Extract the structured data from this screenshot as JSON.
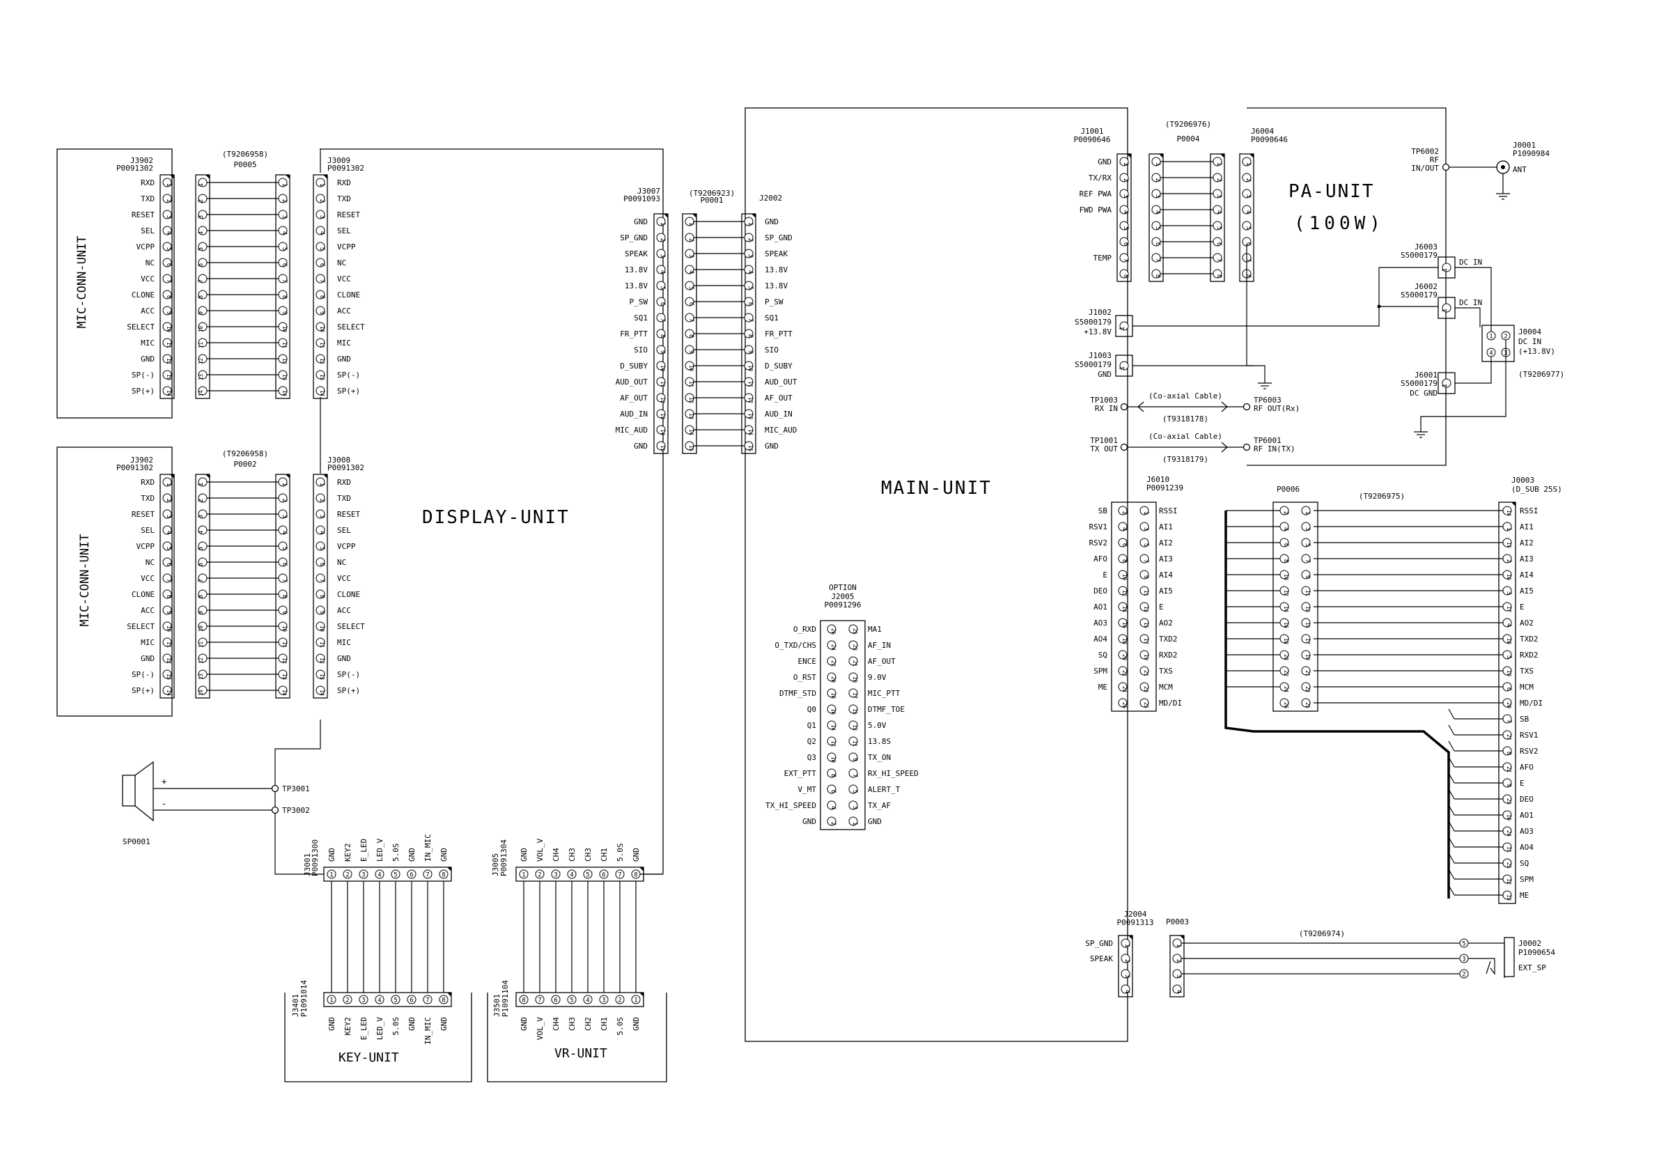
{
  "units": {
    "display": "DISPLAY-UNIT",
    "main": "MAIN-UNIT",
    "pa": "PA-UNIT",
    "pa_power": "(100W)",
    "mic1": "MIC-CONN-UNIT",
    "mic2": "MIC-CONN-UNIT",
    "key": "KEY-UNIT",
    "vr": "VR-UNIT"
  },
  "mic_pins": [
    "RXD",
    "TXD",
    "RESET",
    "SEL",
    "VCPP",
    "NC",
    "VCC",
    "CLONE",
    "ACC",
    "SELECT",
    "MIC",
    "GND",
    "SP(-)",
    "SP(+)"
  ],
  "mic1": {
    "ref": "J3902",
    "part": "P0091302"
  },
  "mic2": {
    "ref": "J3902",
    "part": "P0091302"
  },
  "cable1": {
    "part": "(T9206958)",
    "ref": "P0005"
  },
  "cable2": {
    "part": "(T9206958)",
    "ref": "P0002"
  },
  "j3009": {
    "ref": "J3009",
    "part": "P0091302"
  },
  "j3008": {
    "ref": "J3008",
    "part": "P0091302"
  },
  "j3007": {
    "ref": "J3007",
    "part": "P0091093",
    "pins": [
      "GND",
      "SP_GND",
      "SPEAK",
      "13.8V",
      "13.8V",
      "P_SW",
      "SQ1",
      "FR_PTT",
      "SIO",
      "D_SUBY",
      "AUD_OUT",
      "AF_OUT",
      "AUD_IN",
      "MIC_AUD",
      "GND"
    ]
  },
  "p0001": {
    "part": "(T9206923)",
    "ref": "P0001"
  },
  "j2002": {
    "ref": "J2002",
    "pins": [
      "GND",
      "SP_GND",
      "SPEAK",
      "13.8V",
      "13.8V",
      "P_SW",
      "SQ1",
      "FR_PTT",
      "SIO",
      "D_SUBY",
      "AUD_OUT",
      "AF_OUT",
      "AUD_IN",
      "MIC_AUD",
      "GND"
    ]
  },
  "speaker": {
    "ref": "SP0001",
    "plus": "+",
    "minus": "-",
    "tp1": "TP3001",
    "tp2": "TP3002"
  },
  "j3001": {
    "ref": "J3001",
    "part": "P0091300",
    "pins": [
      "GND",
      "KEY2",
      "E_LED",
      "LED_V",
      "5.0S",
      "GND",
      "IN_MIC",
      "GND"
    ]
  },
  "j3401": {
    "ref": "J3401",
    "part": "P1091014",
    "pins": [
      "GND",
      "KEY2",
      "E_LED",
      "LED_V",
      "5.0S",
      "GND",
      "IN_MIC",
      "GND"
    ]
  },
  "j3005": {
    "ref": "J3005",
    "part": "P0091304",
    "pins": [
      "GND",
      "VOL_V",
      "CH4",
      "CH3",
      "CH3",
      "CH1",
      "5.0S",
      "GND"
    ]
  },
  "j3501": {
    "ref": "J3501",
    "part": "P1091104",
    "pins": [
      "GND",
      "VOL_V",
      "CH4",
      "CH3",
      "CH2",
      "CH1",
      "5.0S",
      "GND"
    ],
    "numbers": [
      "8",
      "7",
      "6",
      "5",
      "4",
      "3",
      "2",
      "1"
    ]
  },
  "j2005": {
    "title": "OPTION",
    "ref": "J2005",
    "part": "P0091296",
    "left": [
      "O_RXD",
      "O_TXD/CHS",
      "ENCE",
      "O_RST",
      "DTMF_STD",
      "Q0",
      "Q1",
      "Q2",
      "Q3",
      "EXT_PTT",
      "V_MT",
      "TX_HI_SPEED",
      "GND"
    ],
    "right": [
      "MA1",
      "AF_IN",
      "AF_OUT",
      "9.0V",
      "MIC_PTT",
      "DTMF_TOE",
      "5.0V",
      "13.8S",
      "TX_ON",
      "RX_HI_SPEED",
      "ALERT_T",
      "TX_AF",
      "GND"
    ],
    "lnums": [
      "26",
      "24",
      "22",
      "20",
      "18",
      "16",
      "14",
      "12",
      "10",
      "8",
      "6",
      "4",
      "2"
    ],
    "rnums": [
      "25",
      "23",
      "21",
      "19",
      "17",
      "15",
      "13",
      "11",
      "9",
      "7",
      "5",
      "3",
      "1"
    ]
  },
  "j1001": {
    "ref": "J1001",
    "part": "P0090646",
    "pins": [
      "GND",
      "TX/RX",
      "REF PWA",
      "FWD PWA",
      "",
      "",
      "TEMP",
      ""
    ]
  },
  "p0004": {
    "part": "(T9206976)",
    "ref": "P0004"
  },
  "j6004": {
    "ref": "J6004",
    "part": "P0090646"
  },
  "tp6002": {
    "ref": "TP6002",
    "label1": "RF",
    "label2": "IN/OUT"
  },
  "j0001": {
    "ref": "J0001",
    "part": "P1090984",
    "label": "ANT"
  },
  "j6003": {
    "ref": "J6003",
    "part": "S5000179",
    "label": "DC IN"
  },
  "j6002": {
    "ref": "J6002",
    "part": "S5000179",
    "label": "DC IN"
  },
  "j1002": {
    "ref": "J1002",
    "part": "S5000179",
    "label": "+13.8V"
  },
  "j1003": {
    "ref": "J1003",
    "part": "S5000179",
    "label": "GND"
  },
  "j0004": {
    "ref": "J0004",
    "label1": "DC IN",
    "label2": "(+13.8V)",
    "cable": "(T9206977)"
  },
  "j6001": {
    "ref": "J6001",
    "part": "S5000179",
    "label": "DC GND"
  },
  "coax1": {
    "tp_main": "TP1003",
    "main_lbl": "RX IN",
    "cable_lbl": "(Co-axial Cable)",
    "cable_part": "(T9318178)",
    "tp_pa": "TP6003",
    "pa_lbl": "RF OUT(Rx)"
  },
  "coax2": {
    "tp_main": "TP1001",
    "main_lbl": "TX OUT",
    "cable_lbl": "(Co-axial Cable)",
    "cable_part": "(T9318179)",
    "tp_pa": "TP6001",
    "pa_lbl": "RF IN(TX)"
  },
  "j6010": {
    "ref": "J6010",
    "part": "P0091239",
    "left": [
      "SB",
      "RSV1",
      "RSV2",
      "AFO",
      "E",
      "DEO",
      "AO1",
      "AO3",
      "AO4",
      "SQ",
      "SPM",
      "ME",
      ""
    ],
    "right": [
      "RSSI",
      "AI1",
      "AI2",
      "AI3",
      "AI4",
      "AI5",
      "E",
      "AO2",
      "TXD2",
      "RXD2",
      "TXS",
      "MCM",
      "MD/DI"
    ],
    "lnums": [
      "2",
      "4",
      "6",
      "8",
      "10",
      "12",
      "14",
      "16",
      "18",
      "20",
      "22",
      "24",
      "26"
    ],
    "rnums": [
      "1",
      "3",
      "5",
      "7",
      "9",
      "11",
      "13",
      "15",
      "17",
      "19",
      "21",
      "23",
      "25"
    ]
  },
  "p0006": {
    "ref": "P0006",
    "part": "(T9206975)"
  },
  "j0003": {
    "ref": "J0003",
    "part": "(D_SUB 25S)",
    "pins": [
      "RSSI",
      "AI1",
      "AI2",
      "AI3",
      "AI4",
      "AI5",
      "E",
      "AO2",
      "TXD2",
      "RXD2",
      "TXS",
      "MCM",
      "MD/DI",
      "SB",
      "RSV1",
      "RSV2",
      "AFO",
      "E",
      "DEO",
      "AO1",
      "AO3",
      "AO4",
      "SQ",
      "SPM",
      "ME"
    ],
    "nums": [
      "14",
      "1",
      "15",
      "2",
      "16",
      "3",
      "17",
      "4",
      "18",
      "5",
      "19",
      "6",
      "20",
      "7",
      "21",
      "8",
      "22",
      "9",
      "23",
      "10",
      "24",
      "11",
      "25",
      "12",
      "13"
    ]
  },
  "j2004": {
    "ref": "J2004",
    "part": "P0091313",
    "pins": [
      "SP_GND",
      "SPEAK",
      "",
      ""
    ]
  },
  "p0003": {
    "ref": "P0003",
    "part": "(T9206974)"
  },
  "j0002": {
    "ref": "J0002",
    "part": "P1090654",
    "label": "EXT_SP"
  }
}
